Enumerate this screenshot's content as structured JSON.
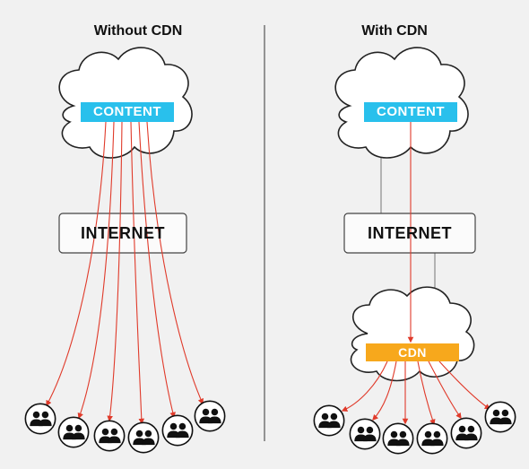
{
  "panels": {
    "left": {
      "title": "Without CDN",
      "content_label": "CONTENT",
      "internet_label": "INTERNET"
    },
    "right": {
      "title": "With CDN",
      "content_label": "CONTENT",
      "internet_label": "INTERNET",
      "cdn_label": "CDN"
    }
  },
  "colors": {
    "background": "#f1f1f1",
    "content_box": "#29c0ec",
    "cdn_box": "#f7a81c",
    "arrow": "#e03a2a",
    "divider": "#555555",
    "connector": "#8a8a8a"
  },
  "icons": {
    "cloud": "cloud-icon",
    "users": "users-icon"
  }
}
